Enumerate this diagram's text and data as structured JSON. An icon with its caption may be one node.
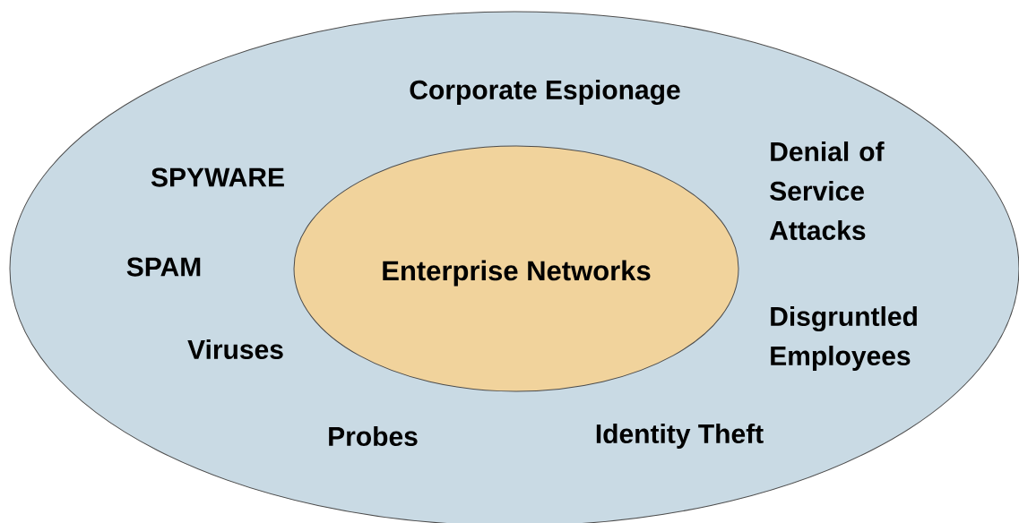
{
  "diagram": {
    "nodes": [
      {
        "text": [
          "Corporate Espionage",
          "Denial of Service Attacks",
          "SPYWARE",
          "SPAM",
          "Viruses",
          "Disgruntled Employees",
          "Probes",
          "Identity Theft"
        ]
      },
      {
        "text": [
          "Enterprise Networks"
        ],
        "in": 0
      }
    ]
  }
}
